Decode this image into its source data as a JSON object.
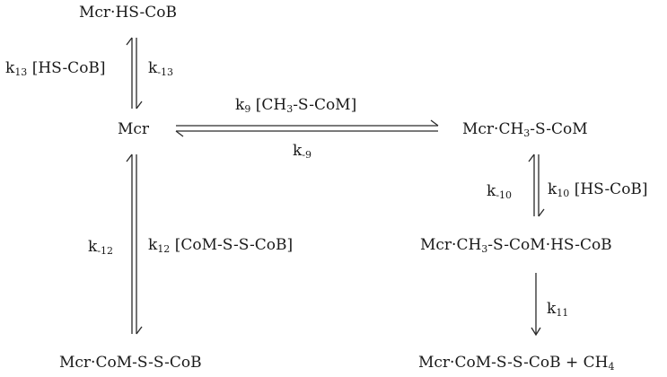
{
  "species": {
    "mcr_hscob": "Mcr·HS-CoB",
    "mcr": "Mcr",
    "mcr_ch3scom": "Mcr·CH",
    "mcr_ch3scom_tail": "-S-CoM",
    "mcr_ch3scom_hscob": "Mcr·CH",
    "mcr_ch3scom_hscob_tail": "-S-CoM·HS-CoB",
    "mcr_comsscob_left": "Mcr·CoM-S-S-CoB",
    "mcr_comsscob_ch4": "Mcr·CoM-S-S-CoB + CH"
  },
  "rates": {
    "k13": {
      "k": "k",
      "sub": "13",
      "reagent": " [HS-CoB]"
    },
    "km13": {
      "k": "k",
      "sub": "-13"
    },
    "k9": {
      "k": "k",
      "sub": "9",
      "reagent": " [CH",
      "reagent_tail": "-S-CoM]"
    },
    "km9": {
      "k": "k",
      "sub": "-9"
    },
    "km10": {
      "k": "k",
      "sub": "-10"
    },
    "k10": {
      "k": "k",
      "sub": "10",
      "reagent": " [HS-CoB]"
    },
    "km12": {
      "k": "k",
      "sub": "-12"
    },
    "k12": {
      "k": "k",
      "sub": "12",
      "reagent": " [CoM-S-S-CoB]"
    },
    "k11": {
      "k": "k",
      "sub": "11"
    }
  },
  "subscripts": {
    "three": "3",
    "four": "4"
  }
}
